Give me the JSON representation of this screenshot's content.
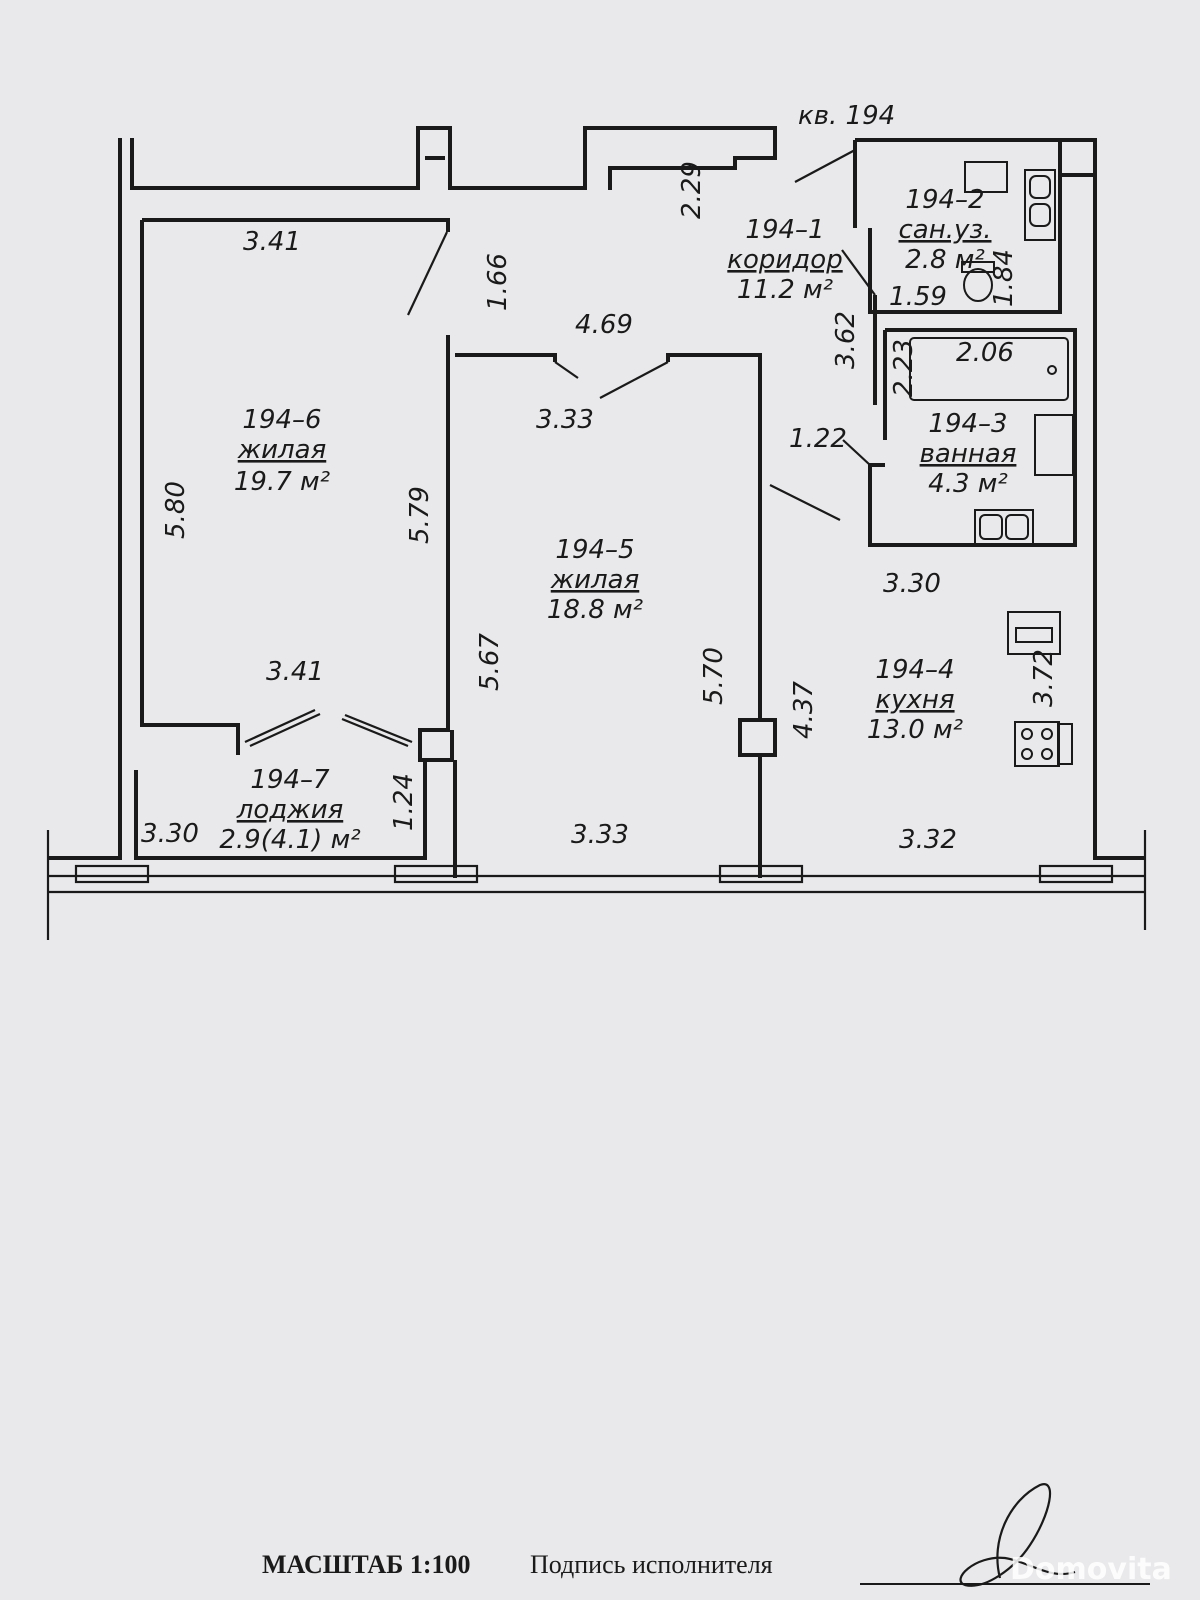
{
  "apartment": "кв. 194",
  "rooms": [
    {
      "id": "corridor",
      "number": "194–1",
      "name": "коридор",
      "area": "11.2 м²"
    },
    {
      "id": "wc",
      "number": "194–2",
      "name": "сан.уз.",
      "area": "2.8 м²"
    },
    {
      "id": "bath",
      "number": "194–3",
      "name": "ванная",
      "area": "4.3 м²"
    },
    {
      "id": "kitchen",
      "number": "194–4",
      "name": "кухня",
      "area": "13.0 м²"
    },
    {
      "id": "bedroom",
      "number": "194–5",
      "name": "жилая",
      "area": "18.8 м²"
    },
    {
      "id": "living",
      "number": "194–6",
      "name": "жилая",
      "area": "19.7 м²"
    },
    {
      "id": "loggia",
      "number": "194–7",
      "name": "лоджия",
      "area": "2.9(4.1) м²"
    }
  ],
  "dimensions": {
    "living_top": "3.41",
    "living_height": "5.80",
    "living_right": "5.79",
    "living_bottom": "3.41",
    "corridor_top": "2.29",
    "corridor_passage": "1.66",
    "corridor_mid": "4.69",
    "corridor_side": "3.62",
    "corridor_door": "1.22",
    "wc_width": "1.59",
    "wc_height": "1.84",
    "bath_width": "2.06",
    "bath_height": "2.23",
    "bedroom_top": "3.33",
    "bedroom_left": "5.67",
    "bedroom_right": "5.70",
    "bedroom_bottom": "3.33",
    "kitchen_top": "3.30",
    "kitchen_left": "4.37",
    "kitchen_right": "3.72",
    "kitchen_bottom": "3.32",
    "loggia_width": "3.30",
    "loggia_depth": "1.24"
  },
  "footer": {
    "scale": "МАСШТАБ 1:100",
    "signature_label": "Подпись исполнителя"
  },
  "watermark": "Domovita"
}
